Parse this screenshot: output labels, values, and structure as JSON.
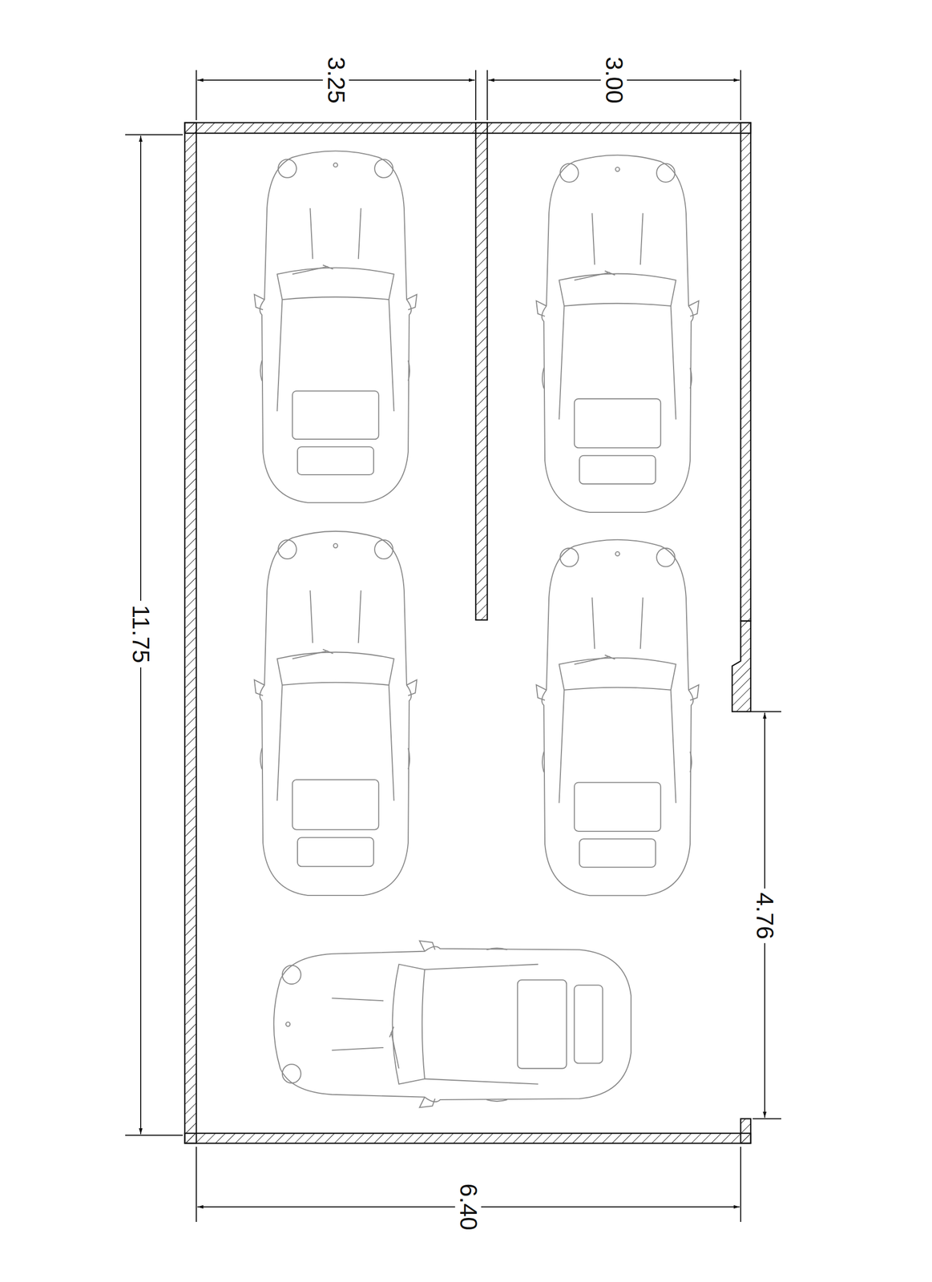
{
  "diagram": {
    "labels": [
      "3.25",
      "3.00",
      "11.75",
      "4.76",
      "6.40"
    ]
  }
}
